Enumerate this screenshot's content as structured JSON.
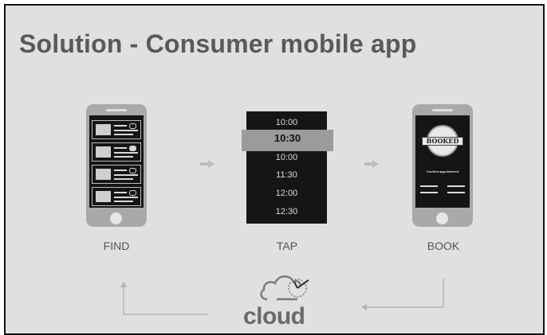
{
  "title": "Solution - Consumer mobile app",
  "steps": {
    "find": "FIND",
    "tap": "TAP",
    "book": "BOOK"
  },
  "times": {
    "t1": "10:00",
    "selected": "10:30",
    "t2": "10:00",
    "t3": "11:30",
    "t4": "12:00",
    "t5": "12:30"
  },
  "booked": {
    "stamp": "BOOKED",
    "confirm": "Confirm appointment"
  },
  "logo": {
    "word": "cloud"
  },
  "icons": {
    "arrow": "right-arrow-icon",
    "cloud": "cloud-clock-icon",
    "loop": "return-loop-arrow"
  },
  "colors": {
    "background": "#e0e0e0",
    "phone": "#a9a9a9",
    "screen": "#151515",
    "title": "#595959"
  }
}
